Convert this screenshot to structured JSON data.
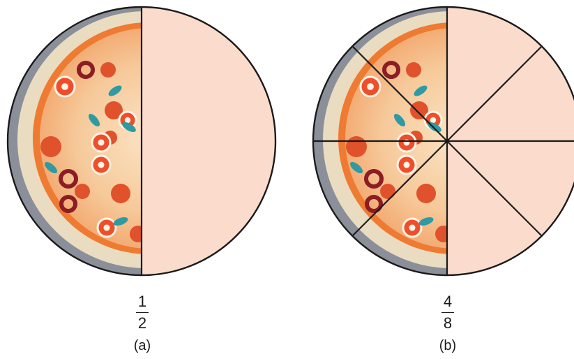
{
  "figures": [
    {
      "id": "a",
      "fraction": {
        "numerator": "1",
        "denominator": "2"
      },
      "caption": "(a)",
      "pieces_total": 2,
      "pieces_shown_as_pizza": 1
    },
    {
      "id": "b",
      "fraction": {
        "numerator": "4",
        "denominator": "8"
      },
      "caption": "(b)",
      "pieces_total": 8,
      "pieces_shown_as_pizza": 4
    }
  ],
  "colors": {
    "outline": "#1a1a1a",
    "empty_half": "#fbdccc",
    "crust_outer": "#e9dcc0",
    "crust_shadow": "#8b8f99",
    "sauce": "#ef7a32",
    "cheese": "#f7c08f",
    "pepperoni": "#e0522b",
    "olive": "#8c1d24",
    "tomato_slice": "#f04e2a",
    "basil": "#2f9aa2"
  },
  "icons": [
    "pizza-half-icon",
    "pepperoni-icon",
    "olive-icon",
    "tomato-slice-icon",
    "basil-leaf-icon"
  ]
}
